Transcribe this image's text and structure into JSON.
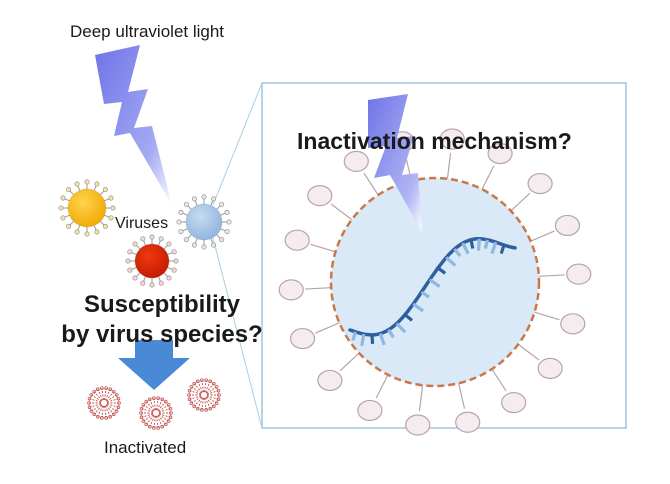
{
  "labels": {
    "uv_light": "Deep ultraviolet light",
    "viruses": "Viruses",
    "susceptibility_line1": "Susceptibility",
    "susceptibility_line2": "by virus species?",
    "inactivated": "Inactivated",
    "mechanism": "Inactivation mechanism?"
  },
  "colors": {
    "lightning": "#7f86ec",
    "virus_yellow": "#f7b500",
    "virus_red": "#d42000",
    "virus_blue": "#a8c8e8",
    "arrow_blue": "#4a89d6",
    "panel_border": "#9ec6e2",
    "capsid_fill": "#d9e9f7",
    "capsid_dash": "#c8784a",
    "spike_fill": "#f4ecef",
    "spike_stroke": "#b9a3ab",
    "rna_dark": "#2f5f9e",
    "rna_light": "#8fb7e0",
    "inactivated_red": "#c0504d"
  },
  "icons": [
    "lightning-bolt-icon",
    "lightning-bolt-large-icon",
    "down-arrow-icon"
  ]
}
